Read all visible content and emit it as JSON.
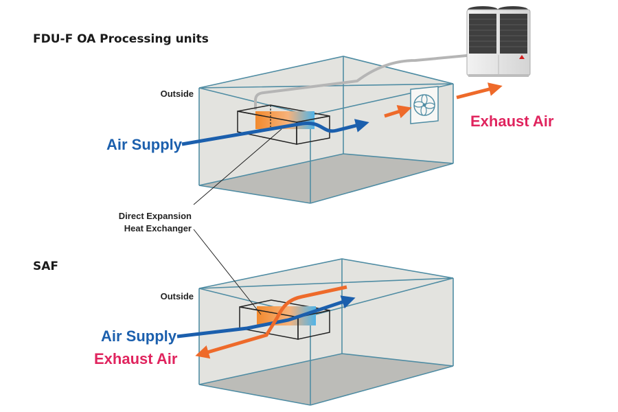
{
  "titles": {
    "top": "FDU-F  OA Processing units",
    "bottom": "SAF"
  },
  "labels": {
    "outside_top": "Outside",
    "outside_bottom": "Outside",
    "heat_exchanger_line1": "Direct Expansion",
    "heat_exchanger_line2": "Heat Exchanger",
    "air_supply_top": "Air Supply",
    "exhaust_air_top": "Exhaust Air",
    "air_supply_bottom": "Air Supply",
    "exhaust_air_bottom": "Exhaust Air"
  },
  "colors": {
    "air_supply": "#1b5fad",
    "exhaust_air": "#e0245e",
    "exhaust_arrow": "#ee6a2a",
    "room_edge": "#4f8ca3",
    "room_fill": "#e3e3df",
    "room_floor": "#bcbcb8"
  },
  "icons": {
    "outdoor_unit": "outdoor-unit-icon",
    "fan": "exhaust-fan-icon"
  }
}
